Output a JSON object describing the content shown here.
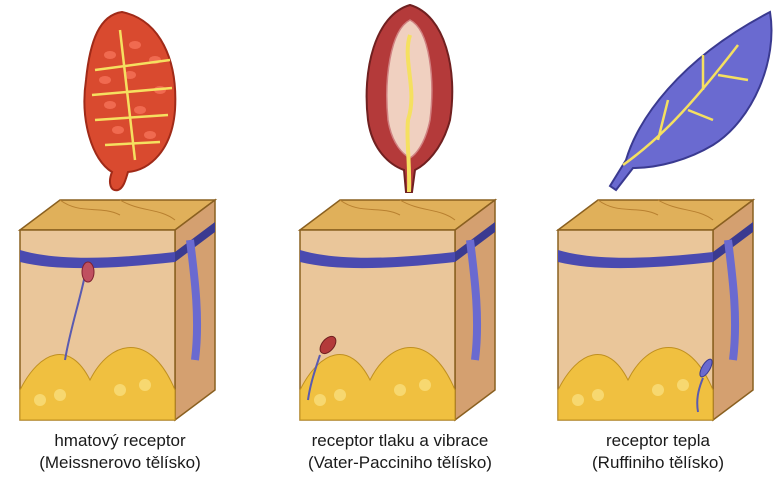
{
  "receptors": [
    {
      "name": "hmatový receptor",
      "subtitle": "(Meissnerovo tělísko)"
    },
    {
      "name": "receptor tlaku a vibrace",
      "subtitle": "(Vater-Pacciniho tělísko)"
    },
    {
      "name": "receptor tepla",
      "subtitle": "(Ruffiniho tělísko)"
    }
  ],
  "colors": {
    "skin_top": "#e0b05a",
    "dermis": "#eac69a",
    "epidermis_line": "#4a4ab0",
    "fat": "#f0c040",
    "meissner": "#d94a2f",
    "pacini": "#b43a3a",
    "ruffini": "#6a6ad0",
    "nerve": "#f5e060"
  }
}
